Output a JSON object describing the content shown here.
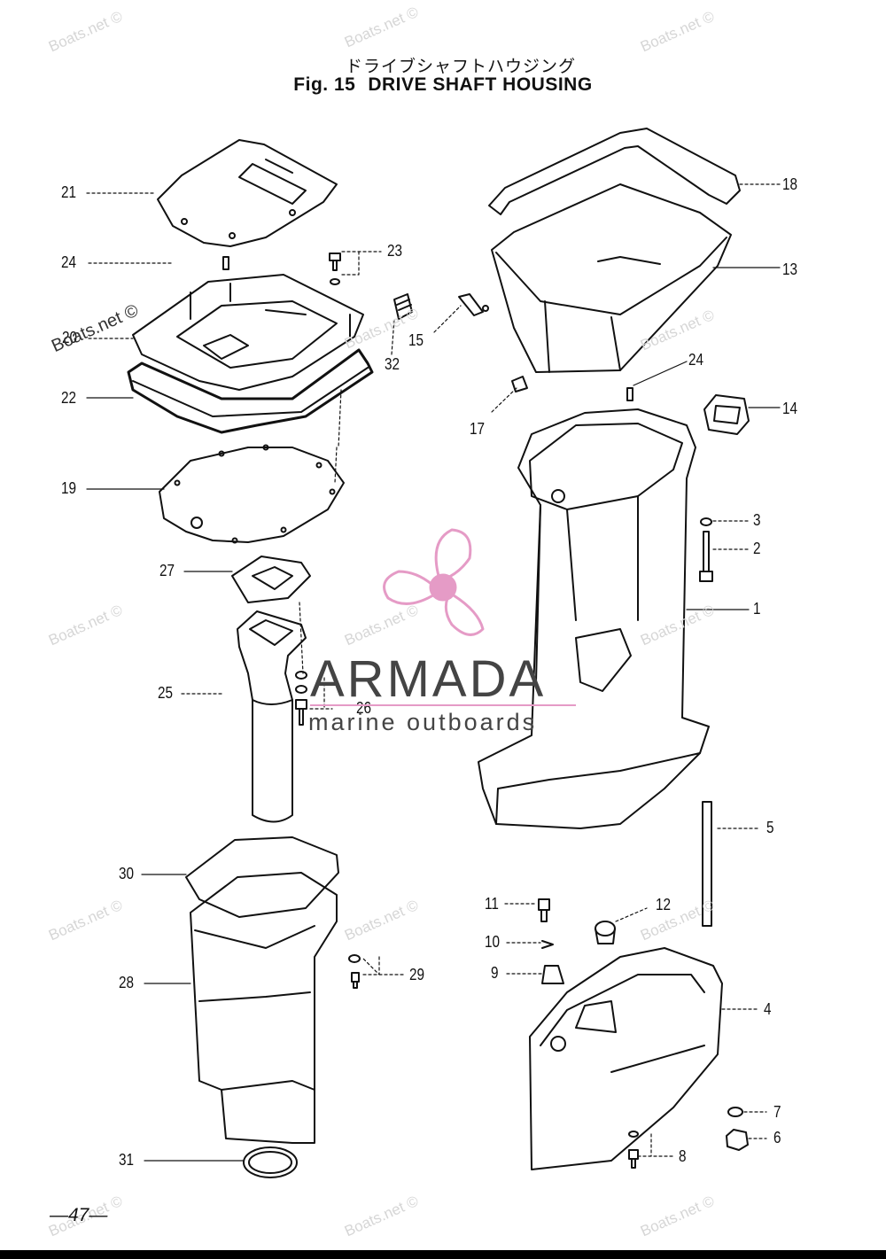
{
  "header": {
    "title_jp": "ドライブシャフトハウジング",
    "fig_number": "Fig. 15",
    "title_en": "DRIVE SHAFT HOUSING"
  },
  "part_labels": [
    "21",
    "24",
    "20",
    "22",
    "19",
    "27",
    "25",
    "26",
    "23",
    "32",
    "15",
    "17",
    "18",
    "13",
    "24",
    "14",
    "3",
    "2",
    "1",
    "5",
    "30",
    "28",
    "29",
    "31",
    "11",
    "10",
    "9",
    "12",
    "4",
    "7",
    "6",
    "8"
  ],
  "watermark": {
    "text": "Boats.net ©",
    "logo_text": "ARMADA",
    "logo_subtext": "marine outboards",
    "logo_color": "#e59bc6"
  },
  "footer": {
    "page_number": "—47—"
  }
}
